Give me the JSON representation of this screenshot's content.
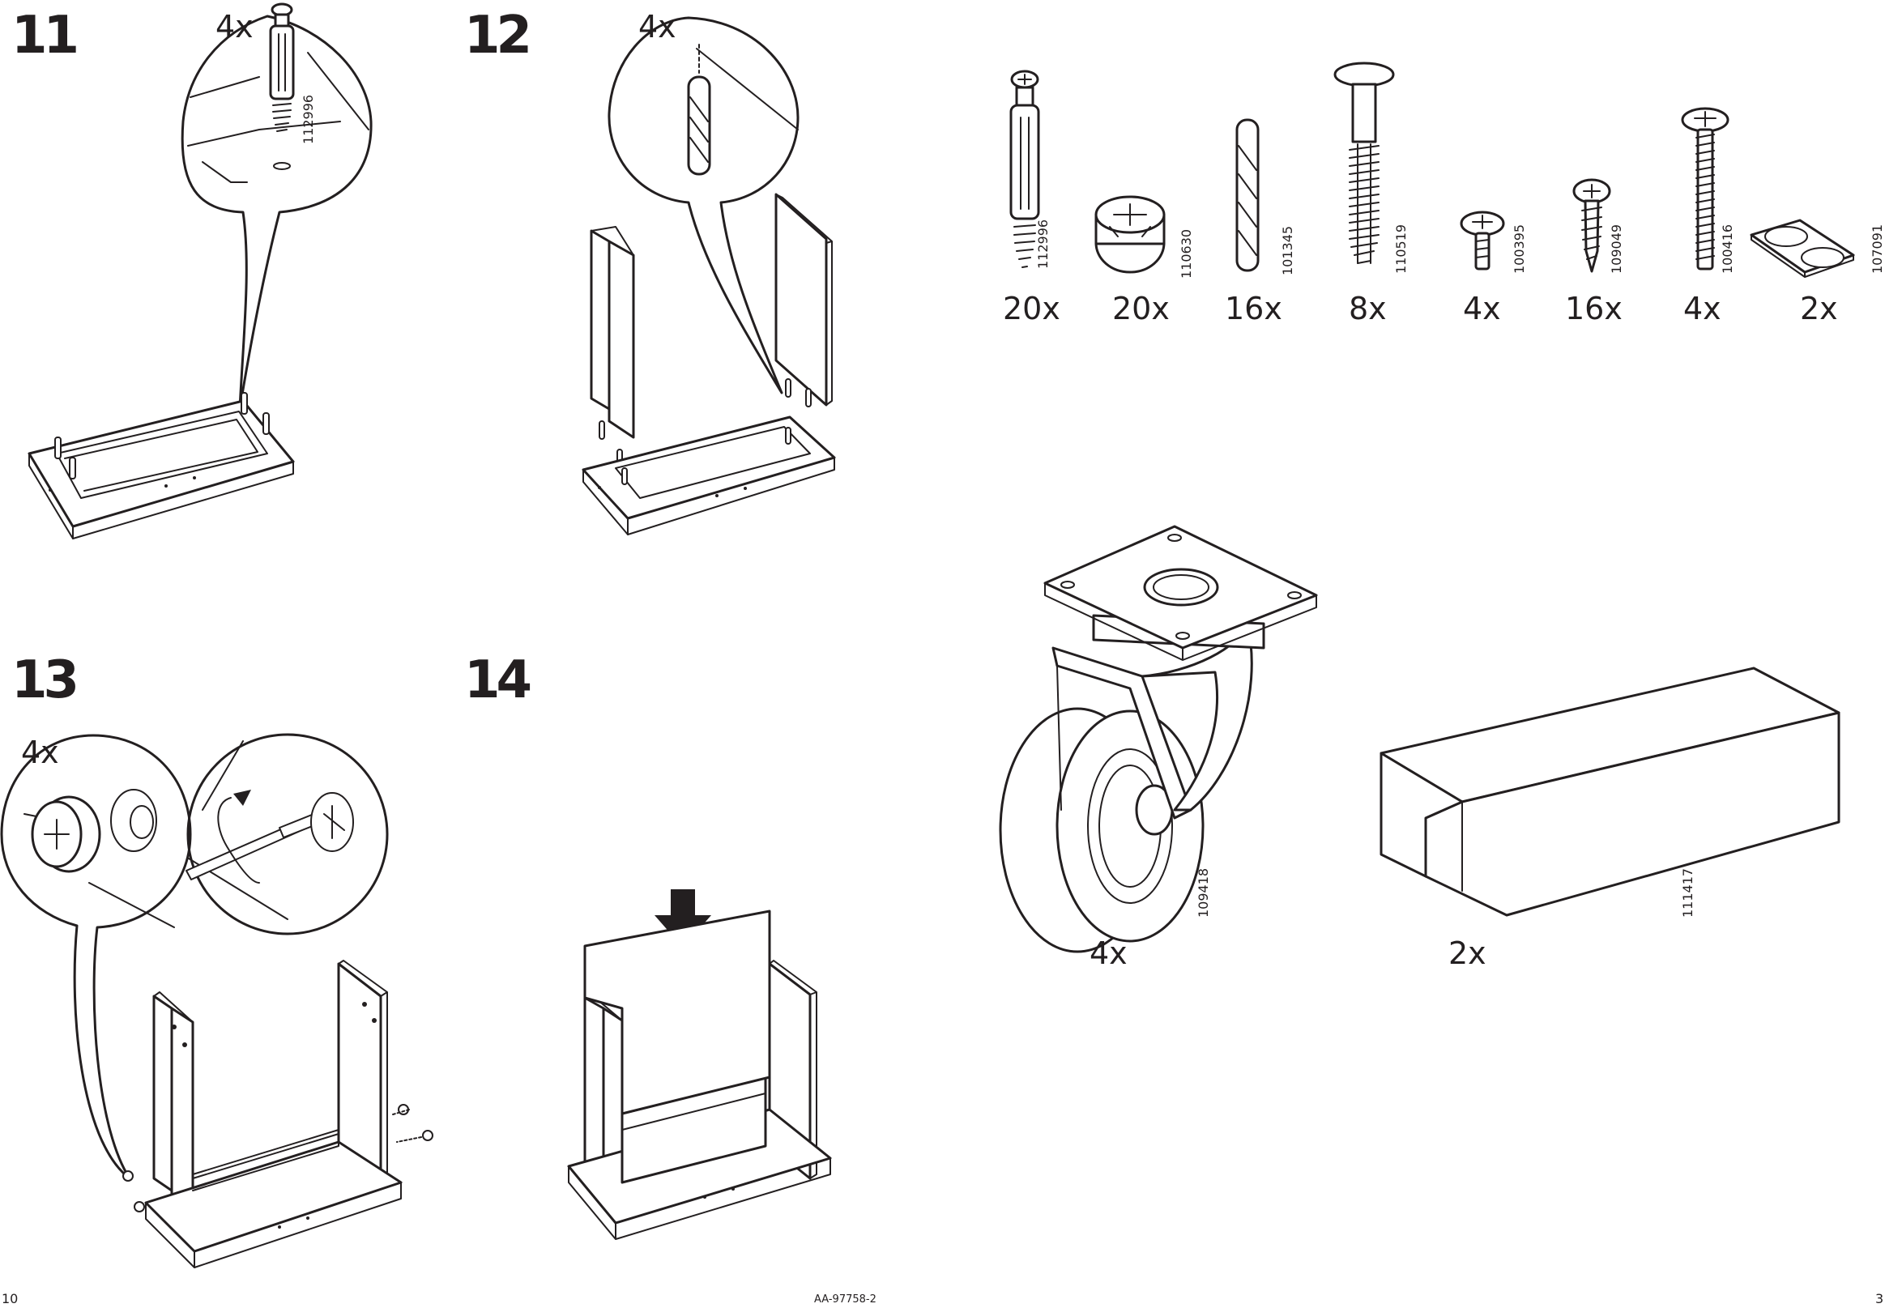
{
  "steps": [
    {
      "number": "11",
      "callout_qty": "4x",
      "callout_part": "112996"
    },
    {
      "number": "12",
      "callout_qty": "4x"
    },
    {
      "number": "13",
      "callout_qty": "4x"
    },
    {
      "number": "14"
    }
  ],
  "parts": [
    {
      "id": "112996",
      "qty": "20x",
      "icon": "cam-bolt-icon"
    },
    {
      "id": "110630",
      "qty": "20x",
      "icon": "cam-lock-icon"
    },
    {
      "id": "101345",
      "qty": "16x",
      "icon": "wood-dowel-icon"
    },
    {
      "id": "110519",
      "qty": "8x",
      "icon": "shelf-pin-icon"
    },
    {
      "id": "100395",
      "qty": "4x",
      "icon": "short-screw-icon"
    },
    {
      "id": "109049",
      "qty": "16x",
      "icon": "wood-screw-icon"
    },
    {
      "id": "100416",
      "qty": "4x",
      "icon": "long-screw-icon"
    },
    {
      "id": "107091",
      "qty": "2x",
      "icon": "felt-pad-icon"
    }
  ],
  "large_parts": [
    {
      "id": "109418",
      "qty": "4x",
      "icon": "caster-wheel-icon"
    },
    {
      "id": "111417",
      "qty": "2x",
      "icon": "handle-bar-icon"
    }
  ],
  "footer": {
    "page_left": "10",
    "doc_code": "AA-97758-2",
    "page_right": "3"
  },
  "colors": {
    "ink": "#231f20",
    "paper": "#ffffff"
  }
}
